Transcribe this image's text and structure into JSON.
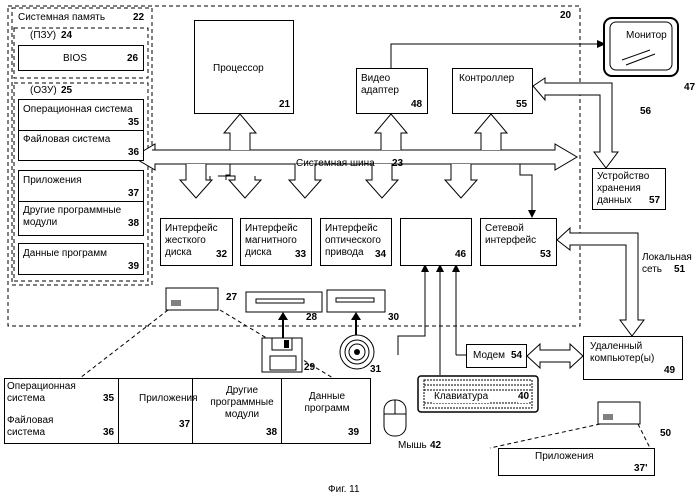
{
  "system_memory": {
    "label": "Системная память",
    "num": "22"
  },
  "computer": {
    "num": "20"
  },
  "rom": {
    "label": "(ПЗУ)",
    "num": "24"
  },
  "bios": {
    "label": "BIOS",
    "num": "26"
  },
  "ram": {
    "label": "(ОЗУ)",
    "num": "25"
  },
  "os": {
    "label": "Операционная система",
    "num": "35"
  },
  "fs": {
    "label": "Файловая система",
    "num": "36"
  },
  "apps": {
    "label": "Приложения",
    "num": "37"
  },
  "other_modules": {
    "label": "Другие программные\nмодули",
    "num": "38"
  },
  "prog_data": {
    "label": "Данные программ",
    "num": "39"
  },
  "cpu": {
    "label": "Процессор",
    "num": "21"
  },
  "video": {
    "label": "Видео\nадаптер",
    "num": "48"
  },
  "controller": {
    "label": "Контроллер",
    "num": "55"
  },
  "monitor": {
    "label": "Монитор",
    "num": "47"
  },
  "bus": {
    "label": "Системная шина",
    "num": "23"
  },
  "storage": {
    "label": "Устройство\nхранения\nданных",
    "num": "57",
    "link_num": "56"
  },
  "hdd_if": {
    "label": "Интерфейс\nжесткого\nдиска",
    "num": "32"
  },
  "fdd_if": {
    "label": "Интерфейс\nмагнитного\nдиска",
    "num": "33"
  },
  "odd_if": {
    "label": "Интерфейс\nоптического\nпривода",
    "num": "34"
  },
  "io_if": {
    "num": "46"
  },
  "net_if": {
    "label": "Сетевой\nинтерфейс",
    "num": "53"
  },
  "lan": {
    "label": "Локальная\nсеть",
    "num": "51"
  },
  "hdd": {
    "num": "27"
  },
  "fdd": {
    "num": "28"
  },
  "floppy": {
    "num": "29"
  },
  "odd": {
    "num": "30"
  },
  "cd": {
    "num": "31"
  },
  "modem": {
    "label": "Модем",
    "num": "54"
  },
  "remote": {
    "label": "Удаленный\nкомпьютер(ы)",
    "num": "49"
  },
  "keyboard": {
    "label": "Клавиатура",
    "num": "40"
  },
  "mouse": {
    "label": "Мышь",
    "num": "42"
  },
  "remote_hdd": {
    "num": "50"
  },
  "remote_apps": {
    "label": "Приложения",
    "num": "37'"
  },
  "disk_table": {
    "os_label": "Операционная\nсистема",
    "os_num": "35",
    "fs_label": "Файловая\nсистема",
    "fs_num": "36",
    "apps_label": "Приложения",
    "apps_num": "37",
    "mod_label": "Другие\nпрограммные\nмодули",
    "mod_num": "38",
    "data_label": "Данные\nпрограмм",
    "data_num": "39"
  },
  "caption": "Фиг. 11"
}
